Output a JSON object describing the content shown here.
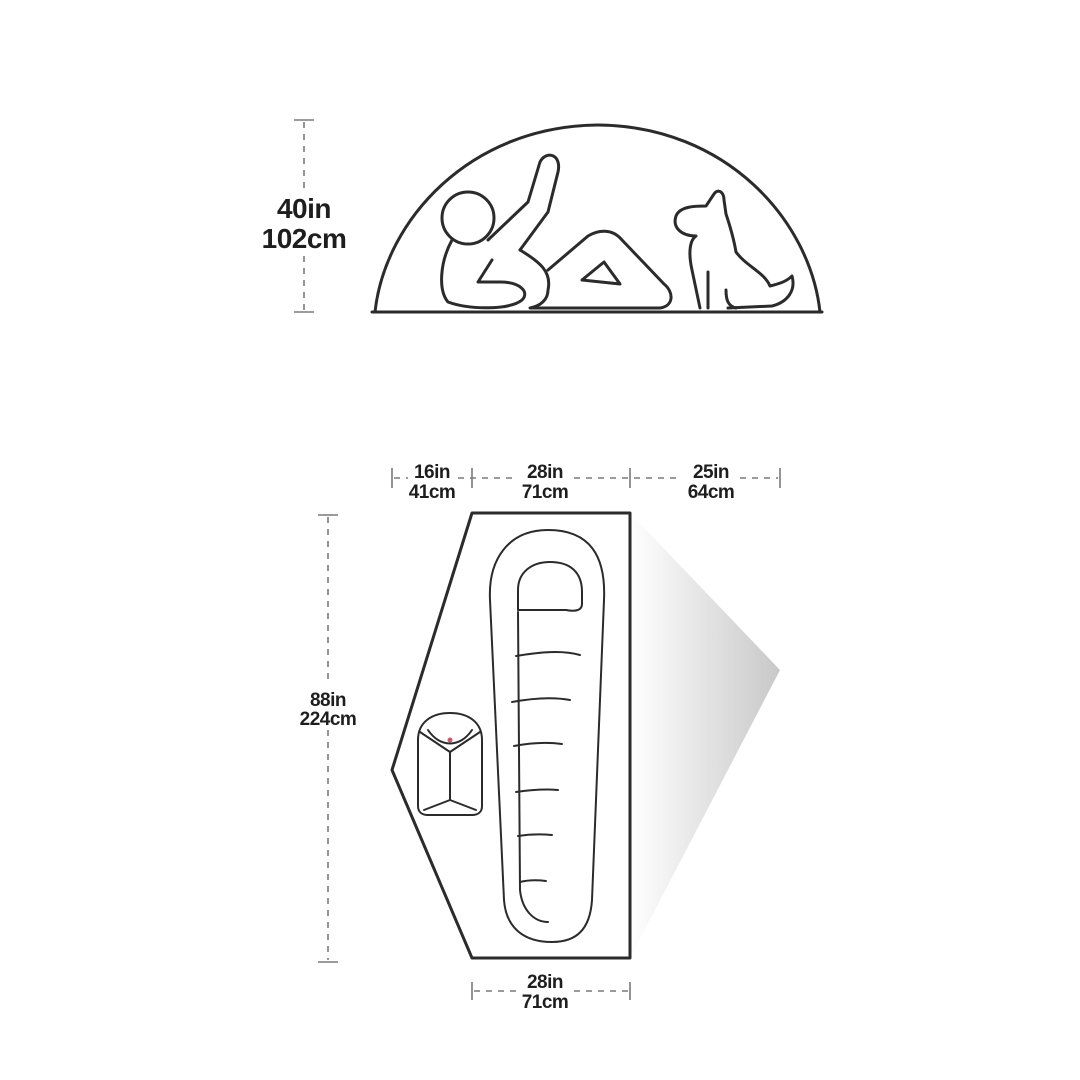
{
  "side_view": {
    "height_in": "40in",
    "height_cm": "102cm"
  },
  "floor_plan": {
    "width_top_left_in": "16in",
    "width_top_left_cm": "41cm",
    "width_top_middle_in": "28in",
    "width_top_middle_cm": "71cm",
    "width_top_right_in": "25in",
    "width_top_right_cm": "64cm",
    "length_in": "88in",
    "length_cm": "224cm",
    "width_bottom_in": "28in",
    "width_bottom_cm": "71cm"
  },
  "colors": {
    "outline": "#2b2b2b",
    "dimension_line": "#7a7a7a",
    "vestibule_shade": "#c8c8c8",
    "lantern_accent": "#c85a6e"
  }
}
